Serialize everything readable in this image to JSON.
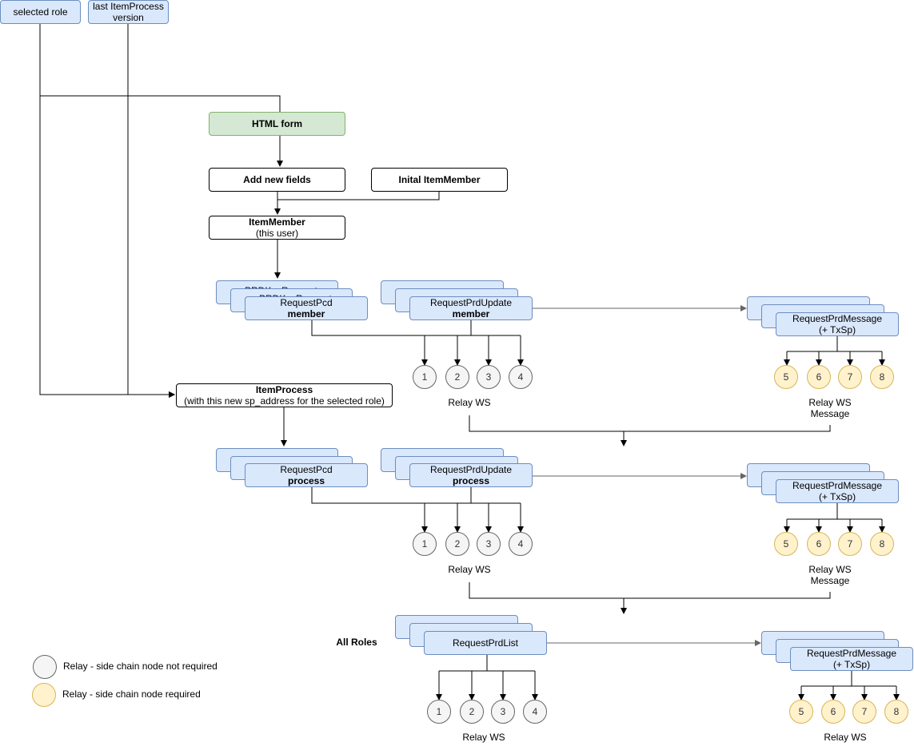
{
  "inputs": {
    "selected_role": "selected role",
    "last_process_line1": "last ItemProcess",
    "last_process_line2": "version"
  },
  "html_form": "HTML form",
  "add_new_fields": "Add new fields",
  "inital_member": "Inital ItemMember",
  "item_member": {
    "title": "ItemMember",
    "subtitle": "(this user)"
  },
  "item_process": {
    "title": "ItemProcess",
    "subtitle": "(with this new sp_address for the selected role)"
  },
  "member_row": {
    "pcd_ghost": [
      "PRDKeyRequest",
      "PRDKeyRequest"
    ],
    "pcd": {
      "title": "RequestPcd",
      "sub": "member"
    },
    "update": {
      "title": "RequestPrdUpdate",
      "sub": "member"
    },
    "message": {
      "title": "RequestPrdMessage",
      "sub": "(+ TxSp)"
    },
    "relay_nodes": [
      "1",
      "2",
      "3",
      "4"
    ],
    "relay_label": "Relay WS",
    "relay_msg_nodes": [
      "5",
      "6",
      "7",
      "8"
    ],
    "relay_msg_label_1": "Relay WS",
    "relay_msg_label_2": "Message"
  },
  "process_row": {
    "pcd": {
      "title": "RequestPcd",
      "sub": "process"
    },
    "update": {
      "title": "RequestPrdUpdate",
      "sub": "process"
    },
    "message": {
      "title": "RequestPrdMessage",
      "sub": "(+ TxSp)"
    },
    "relay_nodes": [
      "1",
      "2",
      "3",
      "4"
    ],
    "relay_label": "Relay WS",
    "relay_msg_nodes": [
      "5",
      "6",
      "7",
      "8"
    ],
    "relay_msg_label_1": "Relay WS",
    "relay_msg_label_2": "Message"
  },
  "roles_row": {
    "label": "All Roles",
    "list": "RequestPrdList",
    "message": {
      "title": "RequestPrdMessage",
      "sub": "(+ TxSp)"
    },
    "relay_nodes": [
      "1",
      "2",
      "3",
      "4"
    ],
    "relay_label": "Relay WS",
    "relay_msg_nodes": [
      "5",
      "6",
      "7",
      "8"
    ],
    "relay_msg_label": "Relay WS"
  },
  "legend": {
    "not_required": "Relay - side chain node not required",
    "required": "Relay - side chain node required"
  },
  "colors": {
    "blue_fill": "#dae8fc",
    "blue_stroke": "#6c8ebf",
    "green_fill": "#d5e8d4",
    "green_stroke": "#82b366",
    "grey_node": "#f5f5f5",
    "yellow_node": "#fff2cc"
  }
}
